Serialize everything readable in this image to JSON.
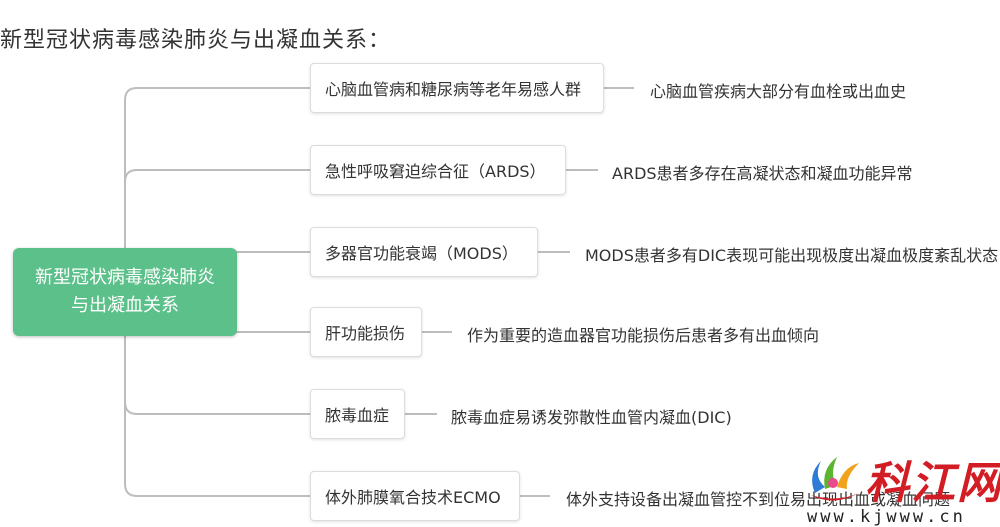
{
  "page_title": "新型冠状病毒感染肺炎与出凝血关系：",
  "root": {
    "line1": "新型冠状病毒感染肺炎",
    "line2": "与出凝血关系"
  },
  "branches": [
    {
      "label": "心脑血管病和糖尿病等老年易感人群",
      "desc": "心脑血管疾病大部分有血栓或出血史"
    },
    {
      "label": "急性呼吸窘迫综合征（ARDS）",
      "desc": "ARDS患者多存在高凝状态和凝血功能异常"
    },
    {
      "label": "多器官功能衰竭（MODS）",
      "desc": "MODS患者多有DIC表现可能出现极度出凝血极度紊乱状态"
    },
    {
      "label": "肝功能损伤",
      "desc": "作为重要的造血器官功能损伤后患者多有出血倾向"
    },
    {
      "label": "脓毒血症",
      "desc": "脓毒血症易诱发弥散性血管内凝血(DIC)"
    },
    {
      "label": "体外肺膜氧合技术ECMO",
      "desc": "体外支持设备出凝血管控不到位易出现出血或凝血问题"
    }
  ],
  "watermark": {
    "name": "科江网",
    "url": "www.kjwww.cn"
  },
  "colors": {
    "root_fill": "#5cc08a",
    "connector": "#bdbdbd",
    "watermark_red": "#d21d24"
  }
}
